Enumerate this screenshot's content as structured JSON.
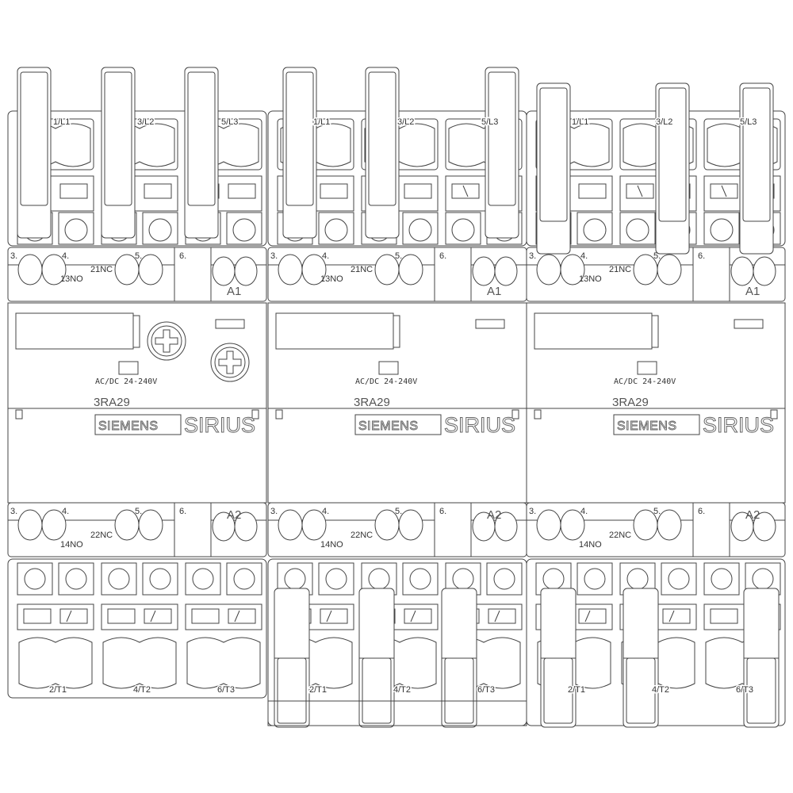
{
  "drawing": {
    "brand": "SIEMENS",
    "product_line": "SIRIUS",
    "modules": [
      {
        "model": "3RA29",
        "voltage": "AC/DC 24-240V",
        "top_terminals": [
          "1/L1",
          "3/L2",
          "5/L3"
        ],
        "bottom_terminals": [
          "2/T1",
          "4/T2",
          "6/T3"
        ],
        "upper_aux": {
          "pins": [
            "3.",
            "4.",
            "5.",
            "6."
          ],
          "nc": "21NC",
          "no": "13NO",
          "coil": "A1"
        },
        "lower_aux": {
          "pins": [
            "3.",
            "4.",
            "5.",
            "6."
          ],
          "nc": "22NC",
          "no": "14NO",
          "coil": "A2"
        },
        "has_dials": true,
        "levers_top": true,
        "levers_bottom": false
      },
      {
        "model": "3RA29",
        "voltage": "AC/DC 24-240V",
        "top_terminals": [
          "1/L1",
          "3/L2",
          "5/L3"
        ],
        "bottom_terminals": [
          "2/T1",
          "4/T2",
          "6/T3"
        ],
        "upper_aux": {
          "pins": [
            "3.",
            "4.",
            "5.",
            "6."
          ],
          "nc": "21NC",
          "no": "13NO",
          "coil": "A1"
        },
        "lower_aux": {
          "pins": [
            "3.",
            "4.",
            "5.",
            "6."
          ],
          "nc": "22NC",
          "no": "14NO",
          "coil": "A2"
        },
        "has_dials": false,
        "levers_top": true,
        "levers_bottom": true
      },
      {
        "model": "3RA29",
        "voltage": "AC/DC 24-240V",
        "top_terminals": [
          "1/L1",
          "3/L2",
          "5/L3"
        ],
        "bottom_terminals": [
          "2/T1",
          "4/T2",
          "6/T3"
        ],
        "upper_aux": {
          "pins": [
            "3.",
            "4.",
            "5.",
            "6."
          ],
          "nc": "21NC",
          "no": "13NO",
          "coil": "A1"
        },
        "lower_aux": {
          "pins": [
            "3.",
            "4.",
            "5.",
            "6."
          ],
          "nc": "22NC",
          "no": "14NO",
          "coil": "A2"
        },
        "has_dials": false,
        "levers_top": true,
        "levers_bottom": true
      }
    ],
    "colors": {
      "line": "#444444",
      "background": "#ffffff"
    }
  }
}
